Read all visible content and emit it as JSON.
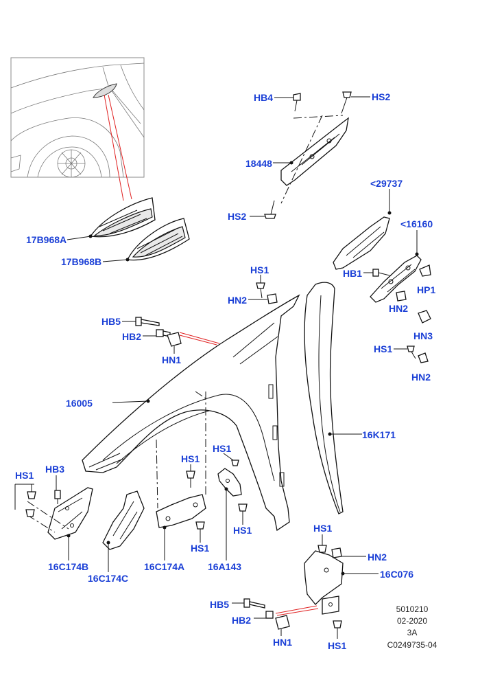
{
  "parts": {
    "p17B968A": "17B968A",
    "p17B968B": "17B968B",
    "p16005": "16005",
    "p16K171": "16K171",
    "p18448": "18448",
    "p29737": "<29737",
    "p16160": "<16160",
    "p16C174B": "16C174B",
    "p16C174C": "16C174C",
    "p16C174A": "16C174A",
    "p16A143": "16A143",
    "p16C076": "16C076"
  },
  "fasteners": {
    "hb4": "HB4",
    "hs2_top": "HS2",
    "hs2_mid": "HS2",
    "hb1": "HB1",
    "hp1": "HP1",
    "hn2_right": "HN2",
    "hn3": "HN3",
    "hs1_right": "HS1",
    "hn2_right2": "HN2",
    "hs1_top": "HS1",
    "hn2_top": "HN2",
    "hb5_top": "HB5",
    "hb2_top": "HB2",
    "hn1_top": "HN1",
    "hs1_left": "HS1",
    "hb3": "HB3",
    "hs1_a": "HS1",
    "hs1_a2": "HS1",
    "hs1_143": "HS1",
    "hs1_143b": "HS1",
    "hs1_bot": "HS1",
    "hn2_bot": "HN2",
    "hb5_bot": "HB5",
    "hb2_bot": "HB2",
    "hn1_bot": "HN1",
    "hs1_bot2": "HS1"
  },
  "reference": {
    "code": "5010210",
    "date": "02-2020",
    "rev": "3A",
    "image_id": "C0249735-04"
  },
  "colors": {
    "label": "#1a3fd6",
    "callout_line": "#e02020"
  }
}
